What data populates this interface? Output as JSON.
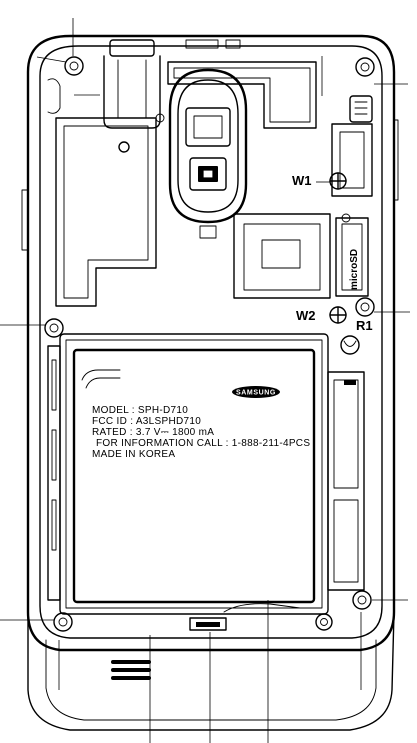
{
  "battery_label": {
    "brand": "SAMSUNG",
    "lines": [
      "MODEL : SPH-D710",
      "FCC ID : A3LSPHD710",
      "RATED : 3.7 V⎓ 1800 mA",
      "FOR INFORMATION CALL : 1-888-211-4PCS",
      "MADE IN KOREA"
    ]
  },
  "callouts": {
    "w1": "W1",
    "w2": "W2",
    "r1": "R1"
  },
  "slot_label": "microSD"
}
